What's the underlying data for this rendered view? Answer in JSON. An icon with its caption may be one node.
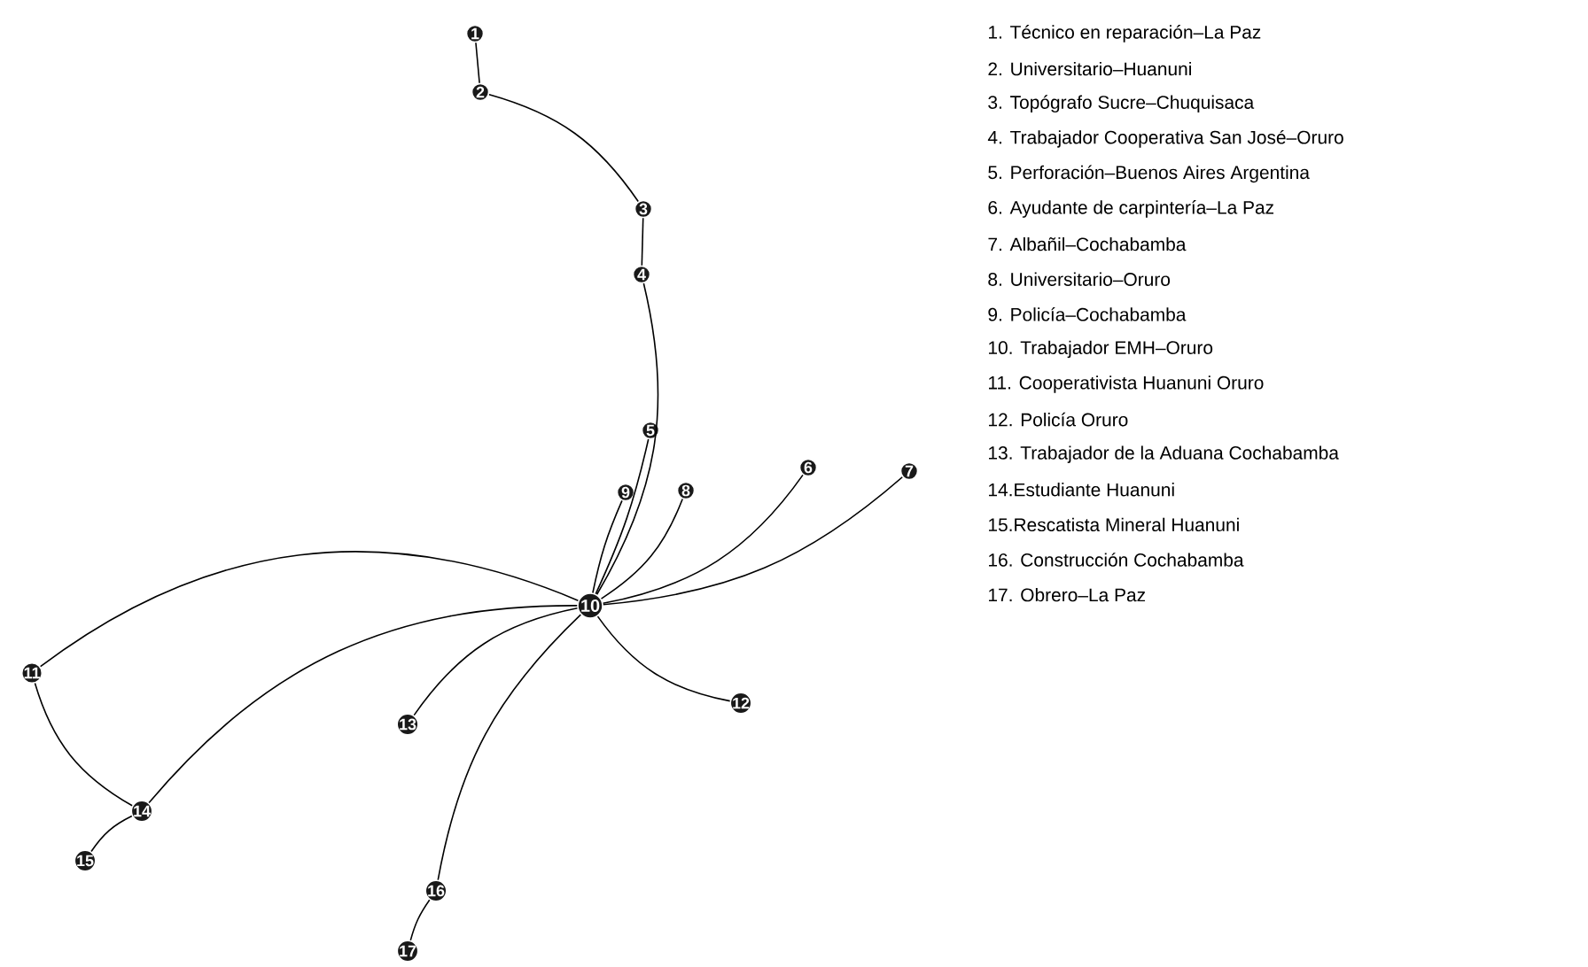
{
  "diagram": {
    "nodes": [
      {
        "text": [
          "1"
        ]
      },
      {
        "text": [
          "2"
        ]
      },
      {
        "text": [
          "3"
        ]
      },
      {
        "text": [
          "4"
        ]
      },
      {
        "text": [
          "5"
        ]
      },
      {
        "text": [
          "6"
        ]
      },
      {
        "text": [
          "7"
        ]
      },
      {
        "text": [
          "8"
        ]
      },
      {
        "text": [
          "9"
        ]
      },
      {
        "text": [
          "10"
        ]
      },
      {
        "text": [
          "11"
        ]
      },
      {
        "text": [
          "12"
        ]
      },
      {
        "text": [
          "13"
        ]
      },
      {
        "text": [
          "14"
        ]
      },
      {
        "text": [
          "15"
        ]
      },
      {
        "text": [
          "16"
        ]
      },
      {
        "text": [
          "17"
        ]
      }
    ],
    "edges": [
      {
        "from": 0,
        "to": 1,
        "arrow": "none"
      },
      {
        "from": 1,
        "to": 2,
        "arrow": "none"
      },
      {
        "from": 2,
        "to": 3,
        "arrow": "none"
      },
      {
        "from": 3,
        "to": 9,
        "arrow": "none"
      },
      {
        "from": 4,
        "to": 9,
        "arrow": "none"
      },
      {
        "from": 8,
        "to": 9,
        "arrow": "none"
      },
      {
        "from": 7,
        "to": 9,
        "arrow": "none"
      },
      {
        "from": 5,
        "to": 9,
        "arrow": "none"
      },
      {
        "from": 6,
        "to": 9,
        "arrow": "none"
      },
      {
        "from": 10,
        "to": 9,
        "arrow": "none"
      },
      {
        "from": 10,
        "to": 13,
        "arrow": "none"
      },
      {
        "from": 13,
        "to": 9,
        "arrow": "none"
      },
      {
        "from": 13,
        "to": 14,
        "arrow": "none"
      },
      {
        "from": 12,
        "to": 9,
        "arrow": "none"
      },
      {
        "from": 11,
        "to": 9,
        "arrow": "none"
      },
      {
        "from": 15,
        "to": 9,
        "arrow": "none"
      },
      {
        "from": 15,
        "to": 16,
        "arrow": "none"
      }
    ],
    "labels": [
      "1. Técnico en reparación–La Paz",
      "2. Universitario–Huanuni",
      "3. Topógrafo Sucre–Chuquisaca",
      "4. Trabajador Cooperativa San José–Oruro",
      "5. Perforación–Buenos Aires Argentina",
      "6. Ayudante de carpintería–La Paz",
      "7. Albañil–Cochabamba",
      "8. Universitario–Oruro",
      "9. Policía–Cochabamba",
      "10. Trabajador EMH–Oruro",
      "11. Cooperativista Huanuni Oruro",
      "12. Policía Oruro",
      "13. Trabajador de la Aduana Cochabamba",
      "14.Estudiante Huanuni",
      "15.Rescatista Mineral Huanuni",
      "16. Construcción Cochabamba",
      "17. Obrero–La Paz"
    ]
  }
}
